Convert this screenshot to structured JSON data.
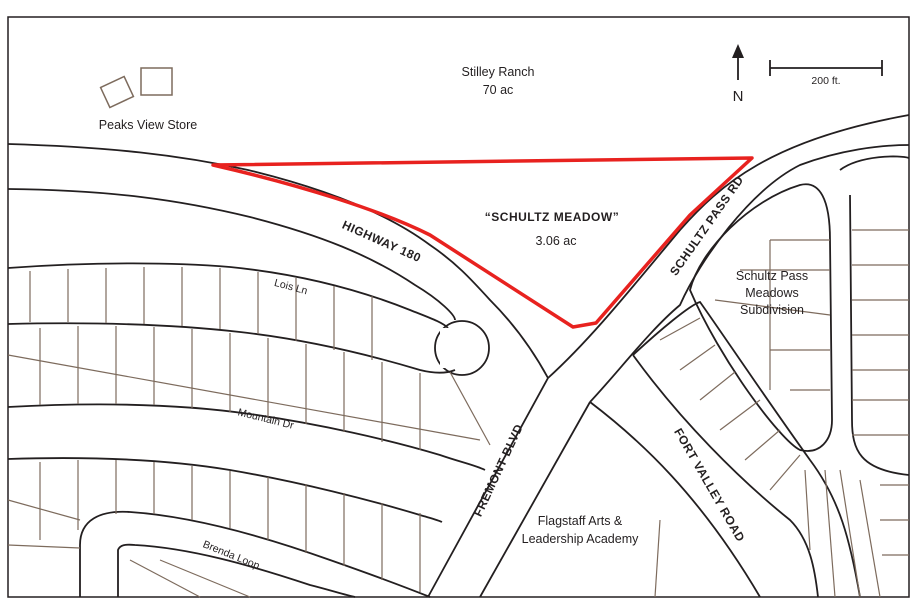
{
  "map": {
    "parcel": {
      "name": "“SCHULTZ MEADOW”",
      "area": "3.06 ac"
    },
    "ranch": {
      "name": "Stilley Ranch",
      "area": "70 ac"
    },
    "store": "Peaks View Store",
    "roads": {
      "highway": "HIGHWAY 180",
      "schultz": "SCHULTZ PASS RD",
      "fremont": "FREMONT BLVD",
      "fort_valley": "FORT VALLEY ROAD",
      "lois": "Lois Ln",
      "mountain": "Mountain Dr",
      "brenda": "Brenda Loop"
    },
    "subdivision": [
      "Schultz Pass",
      "Meadows",
      "Subdivision"
    ],
    "school": [
      "Flagstaff Arts &",
      "Leadership Academy"
    ],
    "north": "N",
    "scale": "200 ft.",
    "colors": {
      "parcel_outline": "#e8221f",
      "road_line": "#231f20",
      "lot_line": "#7d6b5d"
    },
    "icons": [
      "north-arrow-icon",
      "scale-bar-icon",
      "building-icon"
    ]
  }
}
